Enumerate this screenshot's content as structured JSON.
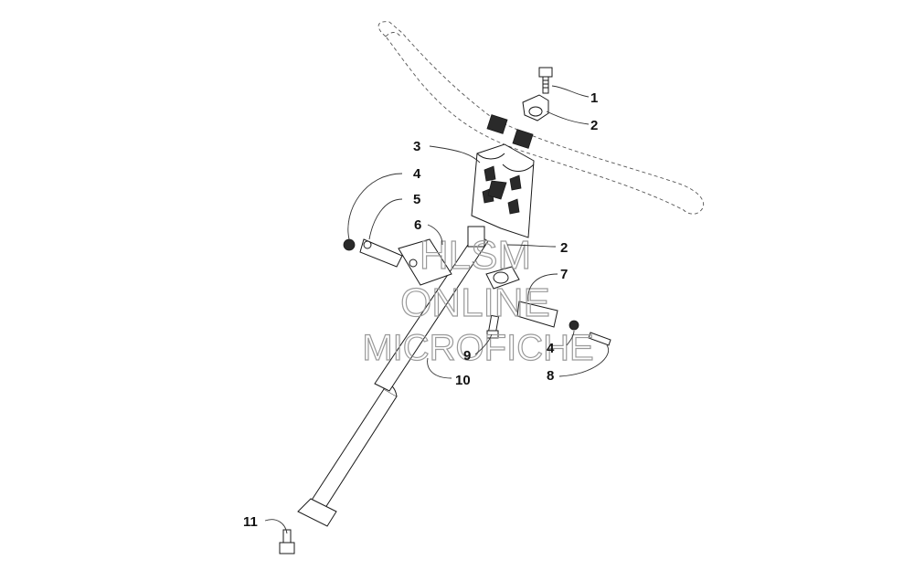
{
  "callouts": [
    {
      "id": "c1",
      "label": "1"
    },
    {
      "id": "c2a",
      "label": "2"
    },
    {
      "id": "c3",
      "label": "3"
    },
    {
      "id": "c4a",
      "label": "4"
    },
    {
      "id": "c5",
      "label": "5"
    },
    {
      "id": "c6",
      "label": "6"
    },
    {
      "id": "c2b",
      "label": "2"
    },
    {
      "id": "c7",
      "label": "7"
    },
    {
      "id": "c9",
      "label": "9"
    },
    {
      "id": "c4b",
      "label": "4"
    },
    {
      "id": "c8",
      "label": "8"
    },
    {
      "id": "c10",
      "label": "10"
    },
    {
      "id": "c11",
      "label": "11"
    }
  ],
  "watermark": {
    "line1": "HLSM",
    "line2": "ONLINE",
    "line3": "MICROFICHE",
    "color": "#9a9a9a"
  },
  "colors": {
    "line": "#1a1a1a",
    "background": "#ffffff"
  }
}
